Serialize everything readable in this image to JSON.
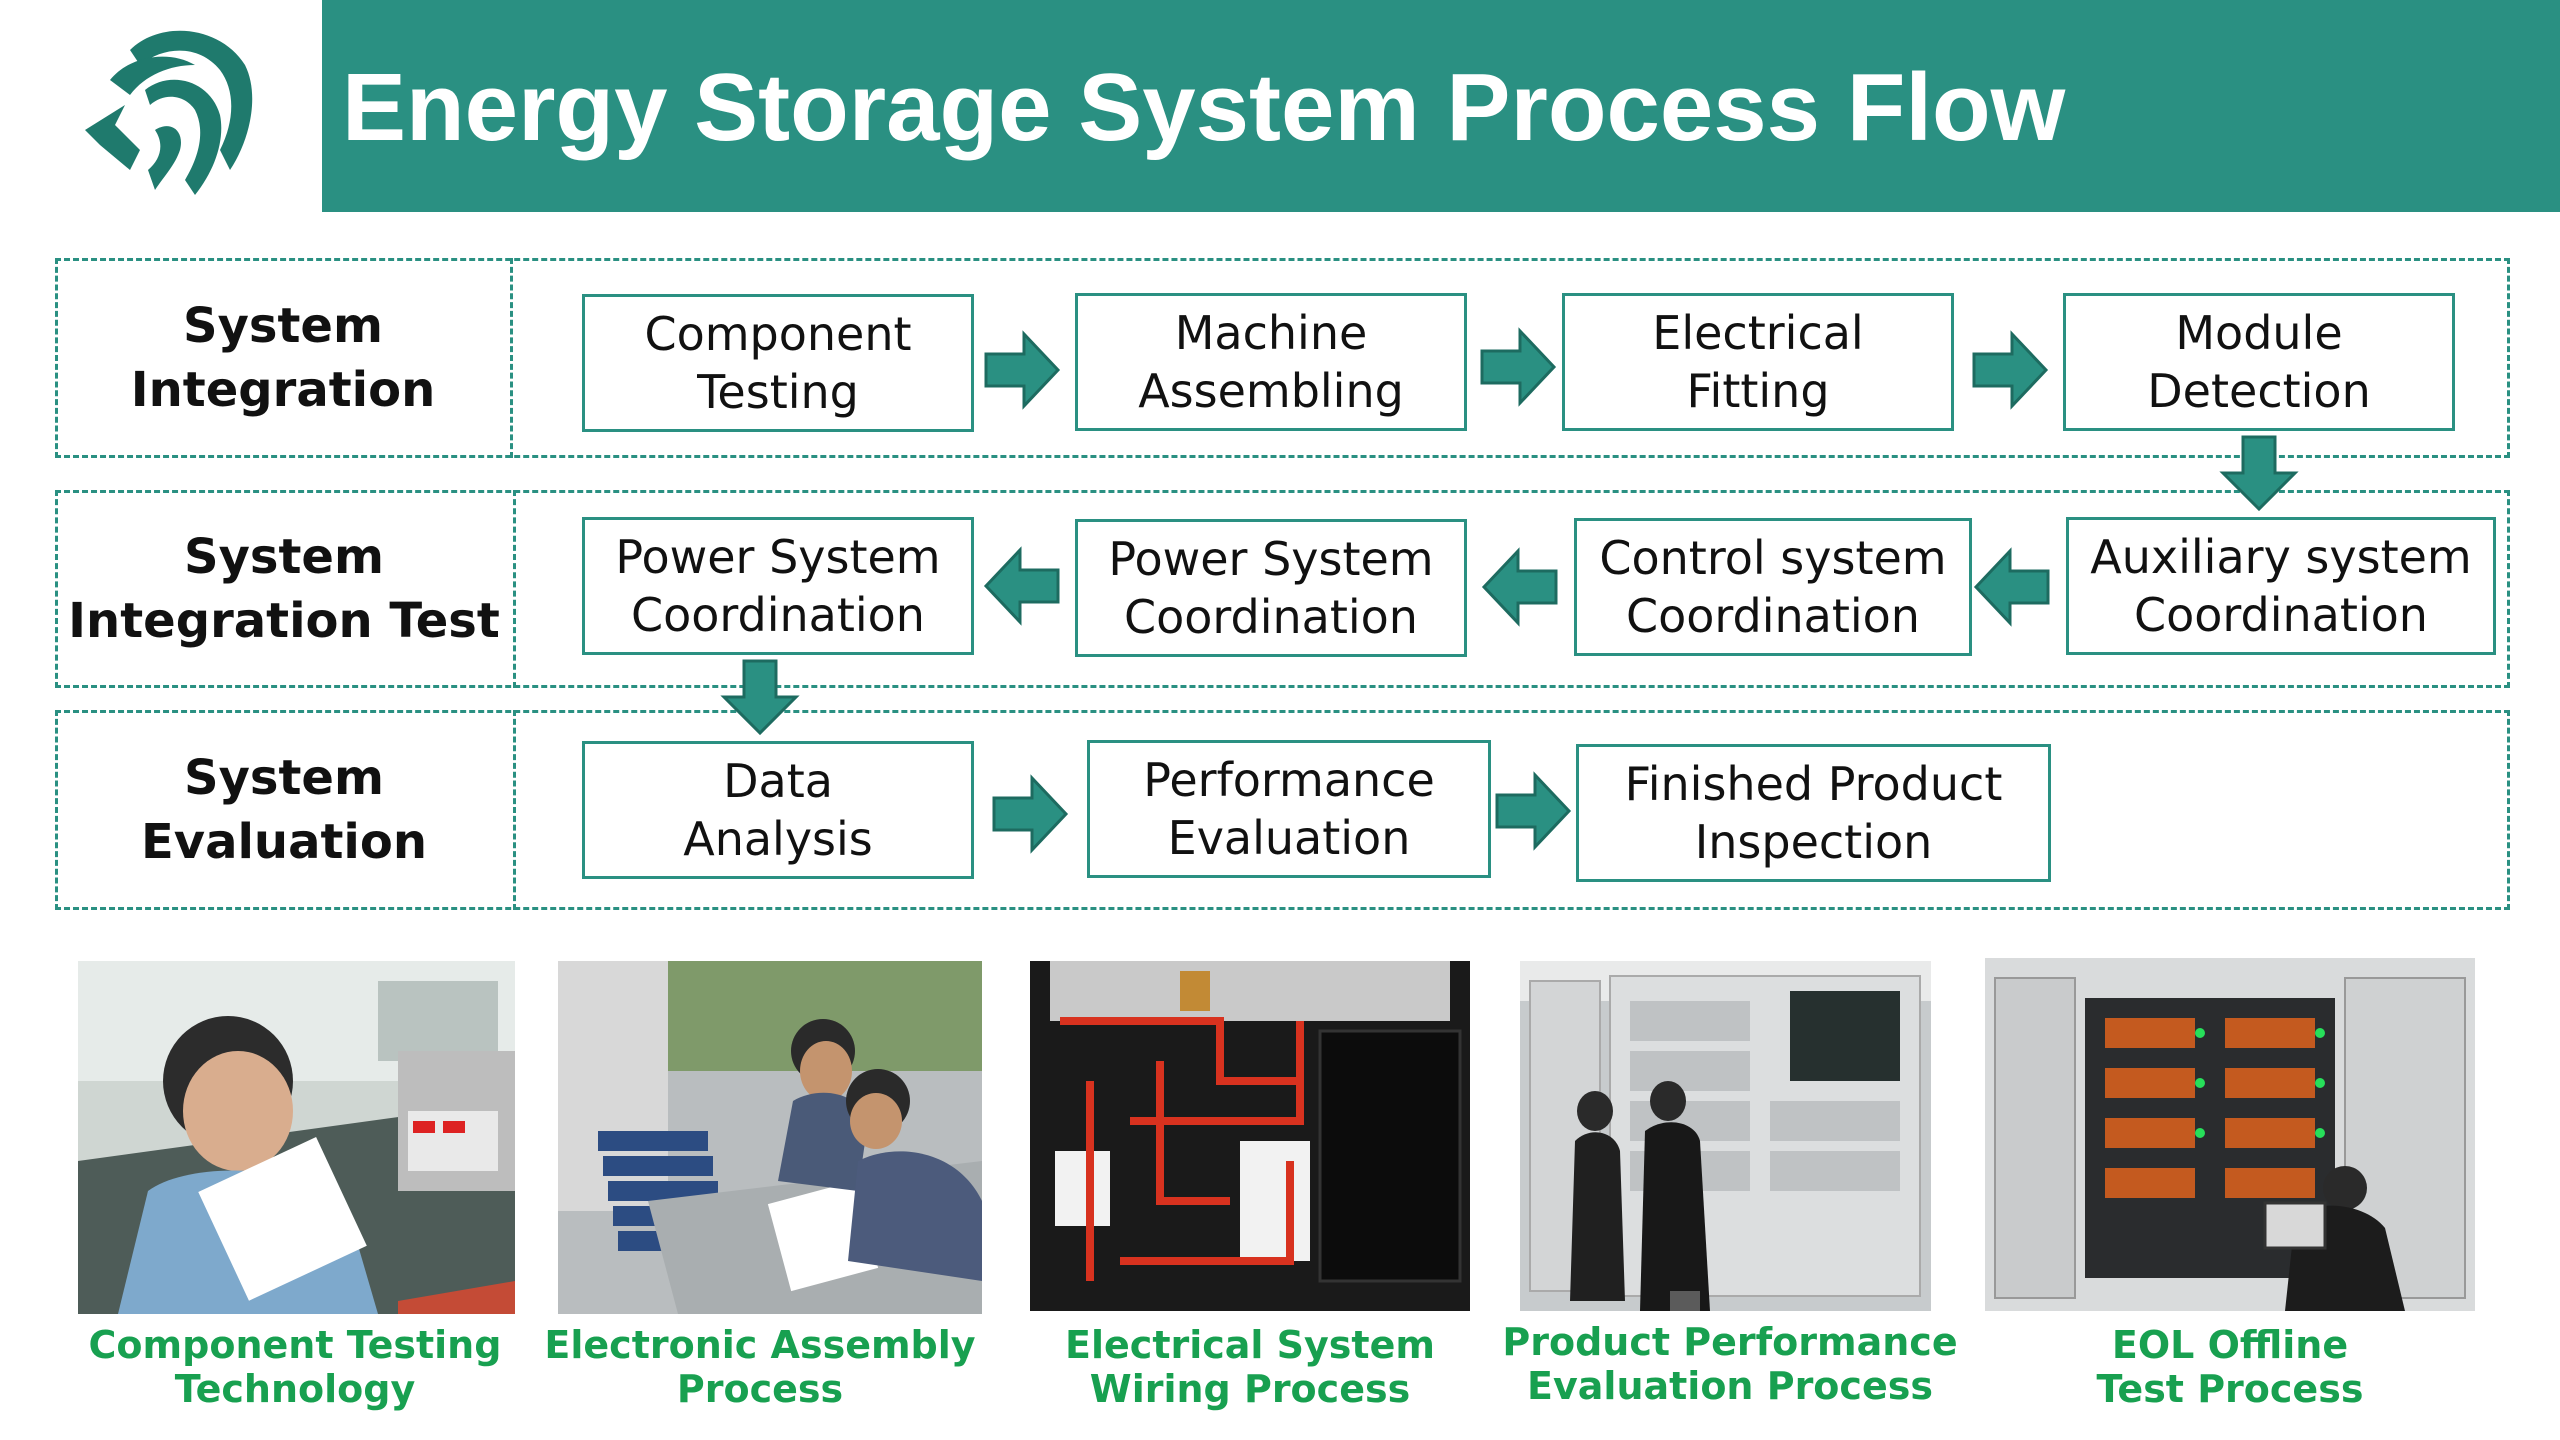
{
  "header": {
    "title": "Energy Storage System Process Flow"
  },
  "stages": [
    {
      "label_lines": [
        "System",
        "Integration"
      ]
    },
    {
      "label_lines": [
        "System",
        "Integration Test"
      ]
    },
    {
      "label_lines": [
        "System",
        "Evaluation"
      ]
    }
  ],
  "steps": {
    "component_testing": [
      "Component",
      "Testing"
    ],
    "machine_assembling": [
      "Machine",
      "Assembling"
    ],
    "electrical_fitting": [
      "Electrical",
      "Fitting"
    ],
    "module_detection": [
      "Module",
      "Detection"
    ],
    "auxiliary_coordination": [
      "Auxiliary system",
      "Coordination"
    ],
    "control_coordination": [
      "Control system",
      "Coordination"
    ],
    "power_coordination_2": [
      "Power System",
      "Coordination"
    ],
    "power_coordination_1": [
      "Power System",
      "Coordination"
    ],
    "data_analysis": [
      "Data",
      "Analysis"
    ],
    "performance_evaluation": [
      "Performance",
      "Evaluation"
    ],
    "finished_inspection": [
      "Finished Product",
      "Inspection"
    ]
  },
  "photos": [
    {
      "icon": "component-testing-photo",
      "caption_lines": [
        "Component Testing",
        "Technology"
      ]
    },
    {
      "icon": "electronic-assembly-photo",
      "caption_lines": [
        "Electronic Assembly",
        "Process"
      ]
    },
    {
      "icon": "electrical-wiring-photo",
      "caption_lines": [
        "Electrical System",
        "Wiring Process"
      ]
    },
    {
      "icon": "performance-evaluation-photo",
      "caption_lines": [
        "Product Performance",
        "Evaluation Process"
      ]
    },
    {
      "icon": "eol-test-photo",
      "caption_lines": [
        "EOL Offline",
        "Test Process"
      ]
    }
  ],
  "colors": {
    "primary": "#2a9082",
    "caption": "#18a050"
  }
}
